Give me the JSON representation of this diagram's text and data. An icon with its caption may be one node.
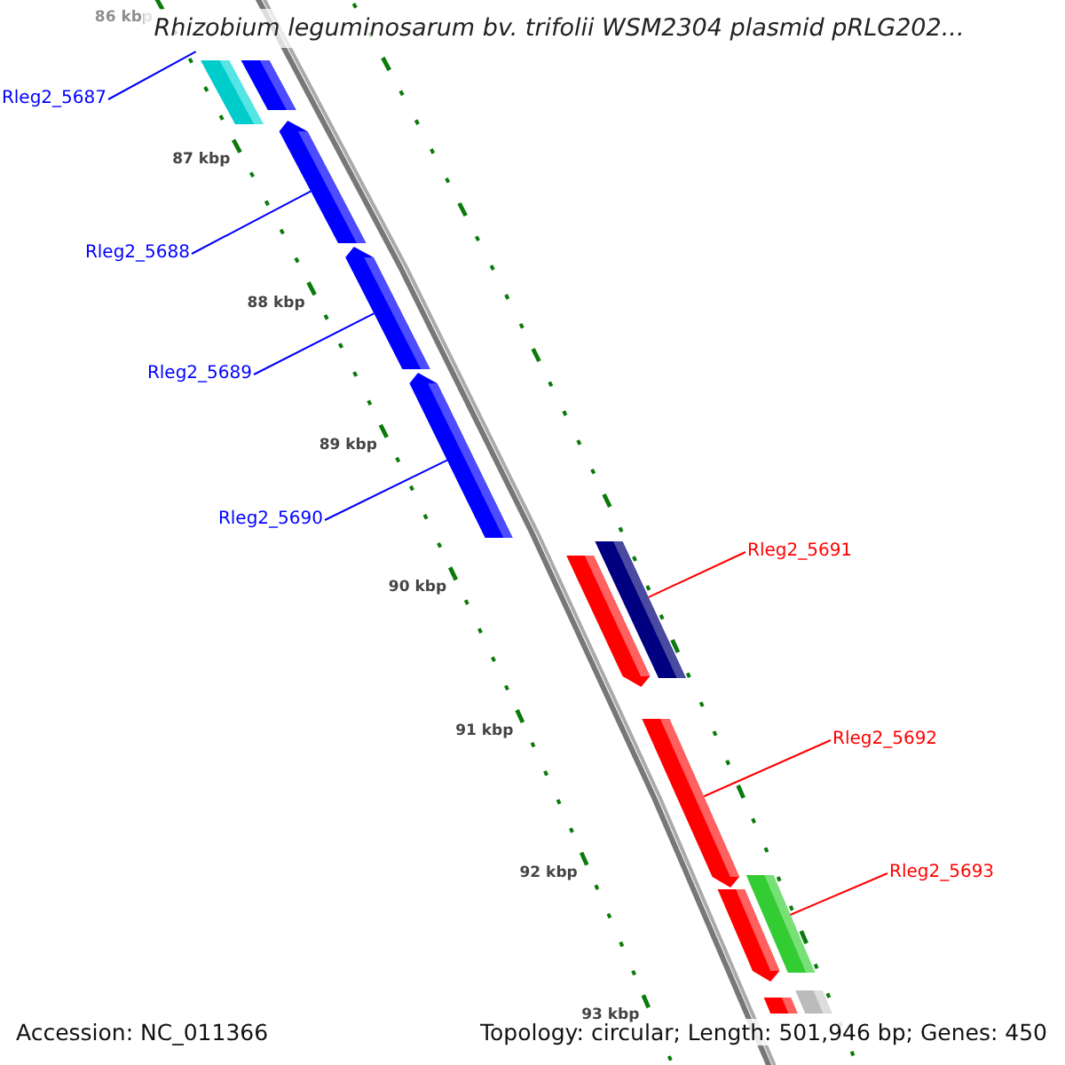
{
  "diagram": {
    "title": "Rhizobium leguminosarum bv. trifolii WSM2304 plasmid pRLG202...",
    "nodes": [
      {
        "text": [
          "Rleg2_5687"
        ]
      },
      {
        "text": [
          "Rleg2_5688"
        ]
      },
      {
        "text": [
          "Rleg2_5689"
        ]
      },
      {
        "text": [
          "Rleg2_5690"
        ]
      },
      {
        "text": [
          "Rleg2_5691"
        ]
      },
      {
        "text": [
          "Rleg2_5692"
        ]
      },
      {
        "text": [
          "Rleg2_5693"
        ]
      },
      {
        "text": [],
        "shape": "bar"
      },
      {
        "text": [],
        "shape": "bar"
      },
      {
        "text": [],
        "shape": "bar"
      },
      {
        "text": [],
        "shape": "bar"
      },
      {
        "text": [],
        "shape": "bar"
      },
      {
        "text": [],
        "shape": "bar"
      },
      {
        "text": [],
        "shape": "bar"
      },
      {
        "text": [],
        "shape": "bar"
      },
      {
        "text": [],
        "shape": "bar"
      },
      {
        "text": [],
        "shape": "bar"
      },
      {
        "text": [],
        "shape": "bar"
      },
      {
        "text": [],
        "shape": "bar"
      }
    ],
    "edges": [
      {
        "from": 0,
        "to": 7,
        "arrow": "none"
      },
      {
        "from": 1,
        "to": 9,
        "arrow": "none"
      },
      {
        "from": 2,
        "to": 10,
        "arrow": "none"
      },
      {
        "from": 3,
        "to": 11,
        "arrow": "none"
      },
      {
        "from": 4,
        "to": 13,
        "arrow": "none",
        "color": "#ff0000"
      },
      {
        "from": 5,
        "to": 14,
        "arrow": "none",
        "color": "#ff0000"
      },
      {
        "from": 6,
        "to": 16,
        "arrow": "none",
        "color": "#ff0000"
      }
    ],
    "labels": [
      "86 kbp",
      "87 kbp",
      "88 kbp",
      "89 kbp",
      "90 kbp",
      "91 kbp",
      "92 kbp",
      "93 kbp",
      "Accession: NC_011366",
      "Topology: circular; Length: 501,946 bp; Genes: 450"
    ]
  }
}
